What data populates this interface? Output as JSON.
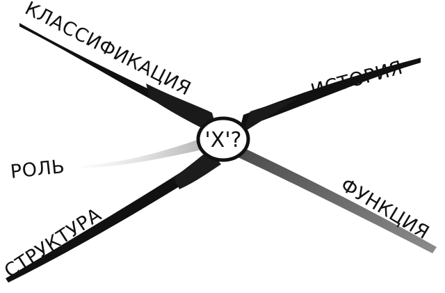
{
  "diagram": {
    "center_label": "'X'?",
    "arms": [
      {
        "id": "classification",
        "label": "КЛАССИФИКАЦИЯ"
      },
      {
        "id": "history",
        "label": "ИСТОРИЯ"
      },
      {
        "id": "role",
        "label": "РОЛЬ"
      },
      {
        "id": "structure",
        "label": "СТРУКТУРА"
      },
      {
        "id": "function",
        "label": "ФУНКЦИЯ"
      }
    ]
  },
  "colors": {
    "ink": "#111111",
    "role_arm": "#c9c9c9",
    "function_arm": "#6f6f6f",
    "background": "#ffffff"
  }
}
